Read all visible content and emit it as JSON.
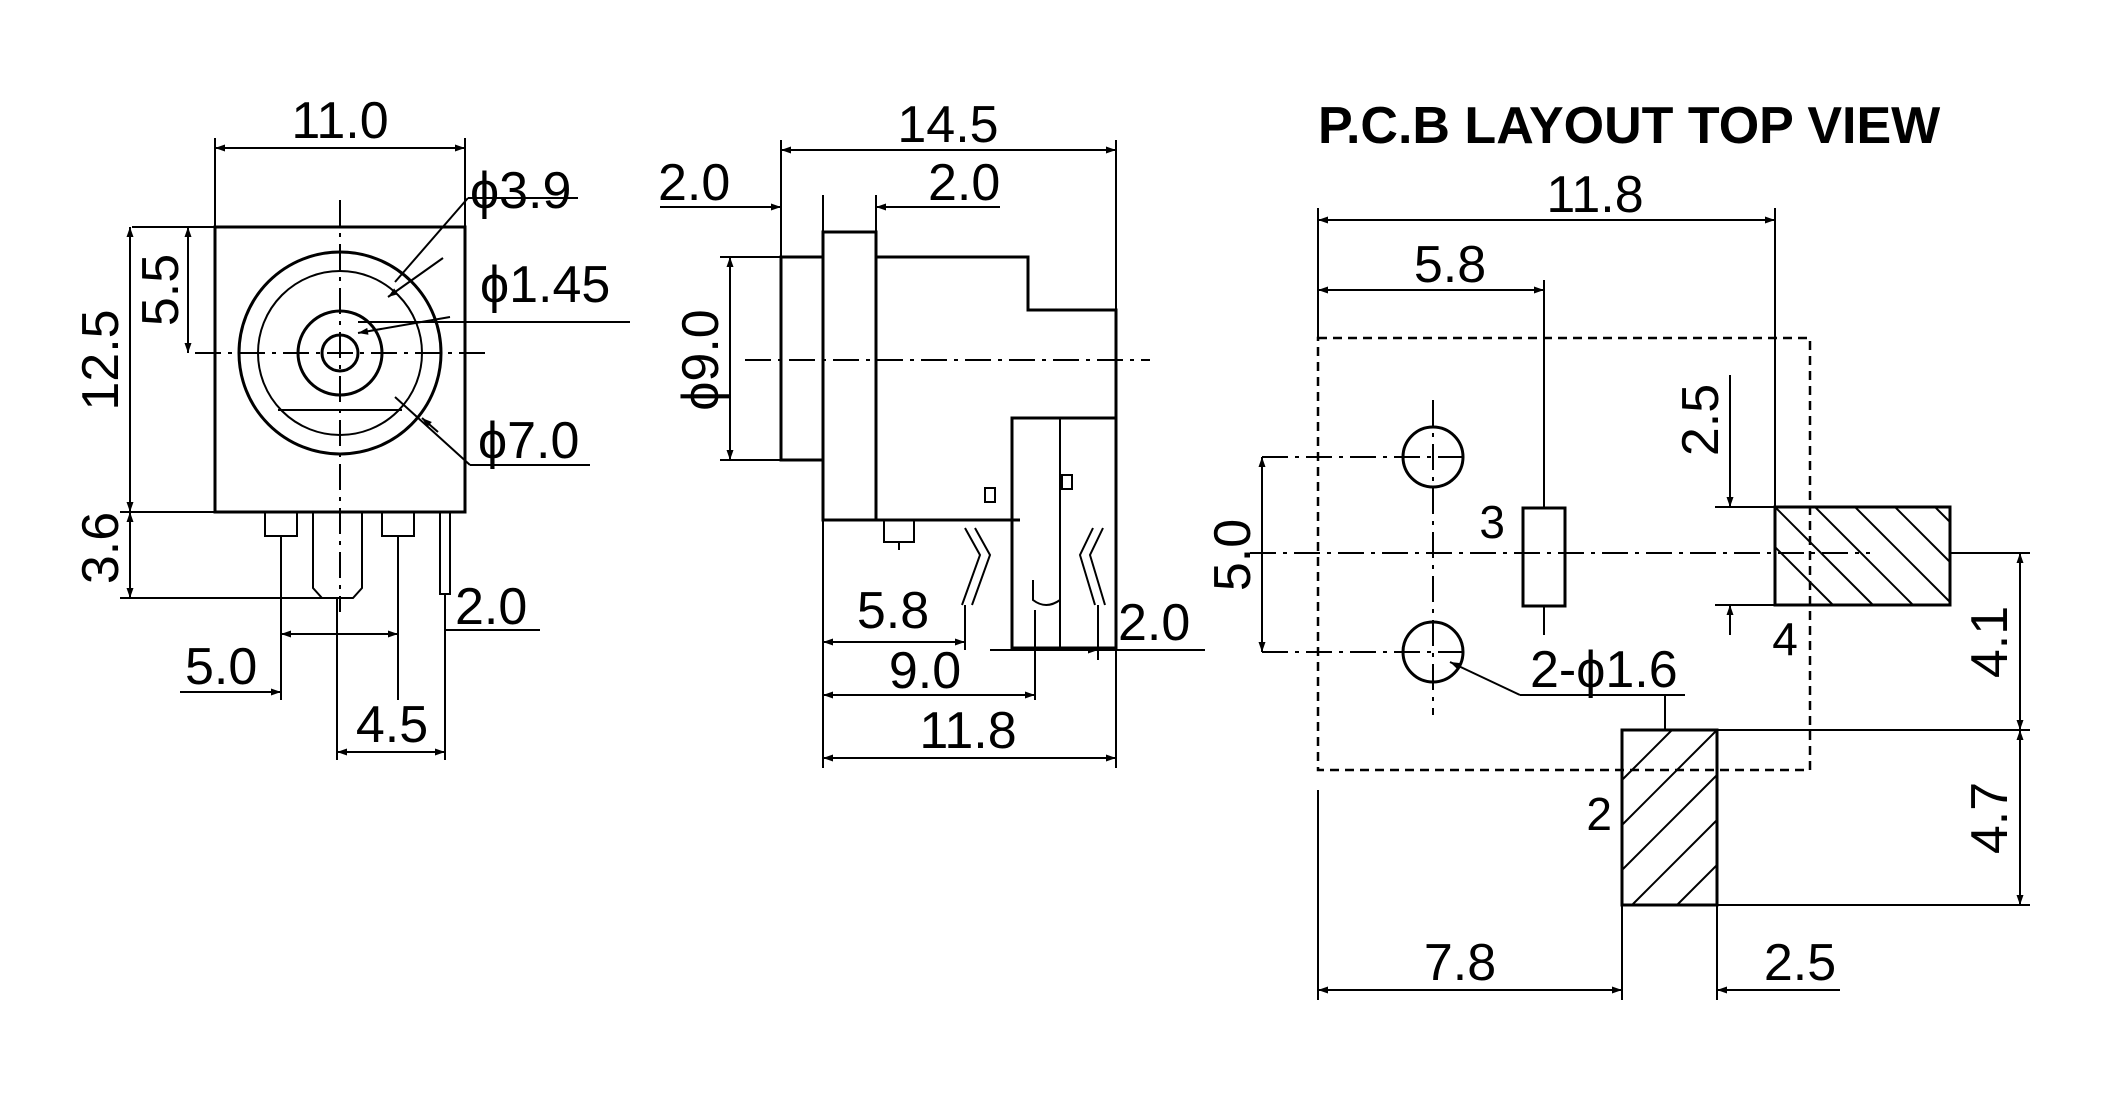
{
  "front_view": {
    "width": "11.0",
    "dia_3_9": "ϕ3.9",
    "dia_1_45": "ϕ1.45",
    "dia_7_0": "ϕ7.0",
    "offset_5_5": "5.5",
    "height_12_5": "12.5",
    "pin_length_3_6": "3.6",
    "pin_2_0": "2.0",
    "pin_5_0": "5.0",
    "pin_4_5": "4.5"
  },
  "side_view": {
    "length_14_5": "14.5",
    "flange_2_0_left": "2.0",
    "flange_2_0_right": "2.0",
    "dia_9_0": "ϕ9.0",
    "pin_5_8": "5.8",
    "pin_9_0": "9.0",
    "pin_11_8": "11.8",
    "pin_2_0": "2.0"
  },
  "pcb_layout": {
    "title": "P.C.B LAYOUT  TOP VIEW",
    "width_11_8": "11.8",
    "offset_5_8": "5.8",
    "hole_spacing_5_0": "5.0",
    "holes_label": "2-ϕ1.6",
    "slot_2_5": "2.5",
    "pad_4_1": "4.1",
    "pad_4_7": "4.7",
    "dist_7_8": "7.8",
    "pad_2_5": "2.5",
    "pin_3": "3",
    "pin_4": "4",
    "pin_2": "2"
  }
}
